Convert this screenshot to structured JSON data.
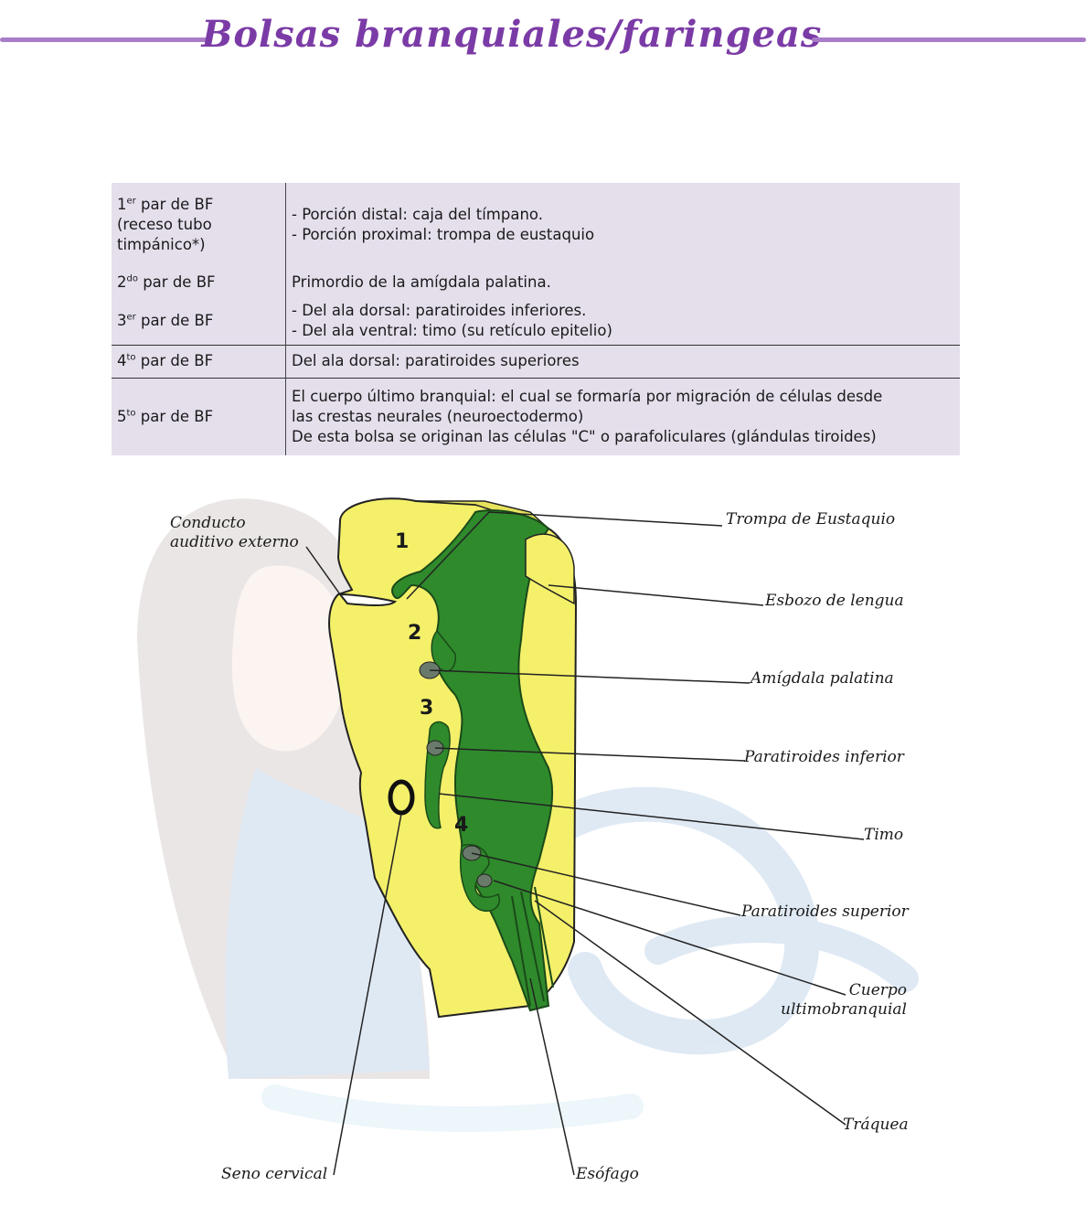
{
  "header": {
    "title": "Bolsas branquiales/faringeas",
    "accent_color": "#a97cc9",
    "title_color": "#7b3ba6"
  },
  "table": {
    "rows": [
      {
        "pair_num": "1",
        "pair_sup": "er",
        "pair_rest": " par de BF",
        "pair_extra": [
          "(receso tubo",
          "timpánico*)"
        ],
        "derivatives": [
          "- Porción distal: caja del tímpano.",
          "- Porción proximal: trompa de eustaquio"
        ]
      },
      {
        "pair_num": "2",
        "pair_sup": "do",
        "pair_rest": " par de BF",
        "pair_extra": [],
        "derivatives": [
          "Primordio de la amígdala palatina."
        ]
      },
      {
        "pair_num": "3",
        "pair_sup": "er",
        "pair_rest": " par de BF",
        "pair_extra": [],
        "derivatives": [
          "- Del ala dorsal: paratiroides inferiores.",
          "- Del ala ventral: timo (su retículo epitelio)"
        ]
      },
      {
        "pair_num": "4",
        "pair_sup": "to",
        "pair_rest": " par de BF",
        "pair_extra": [],
        "derivatives": [
          "Del ala dorsal: paratiroides superiores"
        ]
      },
      {
        "pair_num": "5",
        "pair_sup": "to",
        "pair_rest": " par de BF",
        "pair_extra": [],
        "derivatives": [
          "El cuerpo último branquial: el cual se formaría por migración de células desde",
          "las crestas neurales (neuroectodermo)",
          "De esta bolsa se originan las células \"C\" o parafoliculares (glándulas tiroides)"
        ]
      }
    ]
  },
  "diagram": {
    "pouch_numbers": [
      "1",
      "2",
      "3",
      "4"
    ],
    "labels": {
      "conducto": [
        "Conducto",
        "auditivo externo"
      ],
      "trompa": "Trompa de Eustaquio",
      "esbozo": "Esbozo de lengua",
      "amigdala": "Amígdala palatina",
      "paratiroides_inf": "Paratiroides inferior",
      "timo": "Timo",
      "paratiroides_sup": "Paratiroides superior",
      "cuerpo": [
        "Cuerpo",
        "ultimobranquial"
      ],
      "traquea": "Tráquea",
      "seno": "Seno cervical",
      "esofago": "Esófago"
    },
    "colors": {
      "mesoderm_yellow": "#f4f06a",
      "endoderm_green": "#2f8a2c"
    }
  }
}
